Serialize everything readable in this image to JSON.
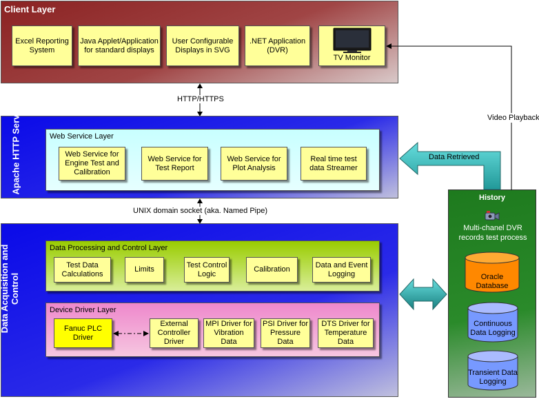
{
  "client_layer": {
    "title": "Client Layer",
    "boxes": [
      "Excel Reporting System",
      "Java Applet/Application for standard displays",
      "User Configurable Displays in SVG",
      ".NET Application (DVR)",
      "TV Monitor"
    ]
  },
  "http_label": "HTTP/HTTPS",
  "apache_layer": {
    "title": "Apache HTTP Server",
    "sublayer_title": "Web Service Layer",
    "boxes": [
      "Web Service for Engine Test and Calibration",
      "Web Service for Test Report",
      "Web Service for Plot Analysis",
      "Real time test data Streamer"
    ]
  },
  "unix_label": "UNIX domain socket (aka. Named Pipe)",
  "daq_layer": {
    "title": "Data Acquisition and Control",
    "processing": {
      "title": "Data Processing and Control Layer",
      "boxes": [
        "Test Data Calculations",
        "Limits",
        "Test Control Logic",
        "Calibration",
        "Data and Event Logging"
      ]
    },
    "driver": {
      "title": "Device Driver Layer",
      "boxes": [
        "Fanuc PLC Driver",
        "External Controller Driver",
        "MPI Driver for Vibration Data",
        "PSI Driver for Pressure Data",
        "DTS Driver for Temperature Data"
      ]
    }
  },
  "history": {
    "title": "History",
    "dvr_text": "Multi-chanel DVR records test process",
    "databases": [
      "Oracle Database",
      "Continuous Data Logging",
      "Transient Data Logging"
    ]
  },
  "video_playback_label": "Video Playback",
  "data_retrieved_label": "Data Retrieved",
  "colors": {
    "client_layer": "#993333",
    "apache_layer": "#1a1aee",
    "daq_layer": "#1a1aee",
    "history": "#227722",
    "box": "#ffff99",
    "plc_box": "#ffff00",
    "web_service_layer": "#ccffff",
    "processing_layer": "#99cc00",
    "driver_layer": "#ee88bb",
    "oracle": "#ff8800",
    "logging_db": "#7799ff",
    "teal_arrow": "#33bbbb"
  }
}
